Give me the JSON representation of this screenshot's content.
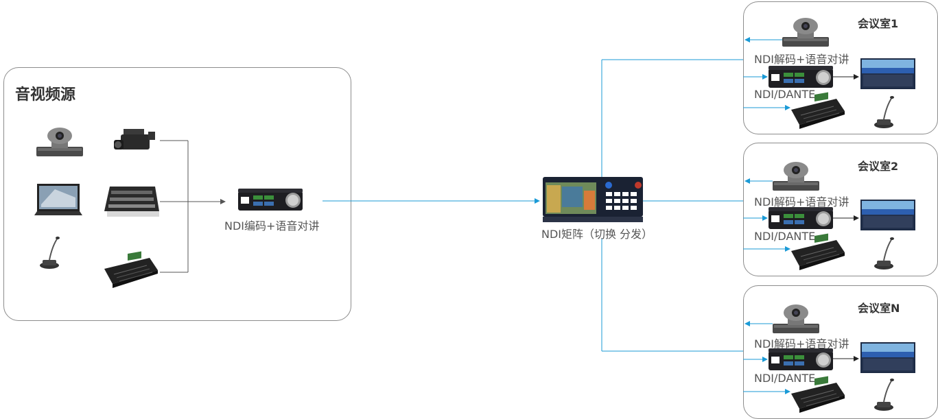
{
  "source_panel": {
    "title": "音视频源",
    "encoder_label": "NDI编码+语音对讲"
  },
  "matrix": {
    "label": "NDI矩阵（切换 分发）"
  },
  "rooms": [
    {
      "title": "会议室1",
      "decoder_label": "NDI解码+语音对讲",
      "audio_label": "NDI/DANTE"
    },
    {
      "title": "会议室2",
      "decoder_label": "NDI解码+语音对讲",
      "audio_label": "NDI/DANTE"
    },
    {
      "title": "会议室N",
      "decoder_label": "NDI解码+语音对讲",
      "audio_label": "NDI/DANTE"
    }
  ],
  "colors": {
    "link": "#1a9ad6",
    "source_wire": "#555555",
    "panel_border": "#8c8c8c"
  },
  "icons": [
    "ptz-camera-icon",
    "camcorder-icon",
    "laptop-icon",
    "video-switcher-icon",
    "gooseneck-mic-icon",
    "audio-mixer-icon",
    "ndi-encoder-device",
    "ndi-matrix-device",
    "ndi-decoder-device",
    "display-screen-icon"
  ]
}
